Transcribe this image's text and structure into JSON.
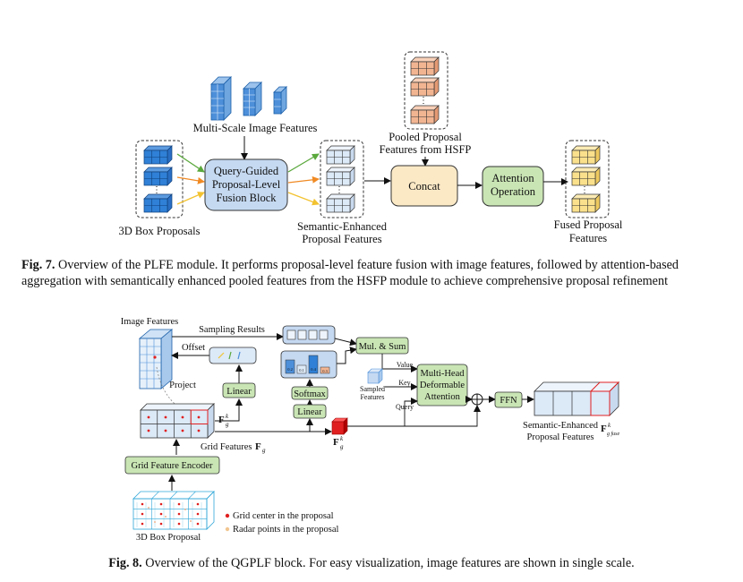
{
  "fig7": {
    "inputs": {
      "multi_scale_image_features": "Multi-Scale Image Features",
      "box_proposals": "3D Box Proposals",
      "pooled_line1": "Pooled Proposal",
      "pooled_line2": "Features from HSFP"
    },
    "blocks": {
      "query_line1": "Query-Guided",
      "query_line2": "Proposal-Level",
      "query_line3": "Fusion Block",
      "concat": "Concat",
      "attention_line1": "Attention",
      "attention_line2": "Operation"
    },
    "outputs": {
      "semantic_line1": "Semantic-Enhanced",
      "semantic_line2": "Proposal Features",
      "fused_line1": "Fused Proposal",
      "fused_line2": "Features"
    },
    "caption": {
      "label": "Fig. 7.",
      "text": " Overview of the PLFE module. It performs proposal-level feature fusion with image features, followed by attention-based aggregation with semantically enhanced pooled features from the HSFP module to achieve comprehensive proposal refinement"
    }
  },
  "fig8": {
    "labels": {
      "image_features": "Image Features",
      "sampling_results": "Sampling Results",
      "offset": "Offset",
      "project": "Project",
      "grid_features": "Grid Features",
      "box_proposal": "3D Box Proposal",
      "sampled_line1": "Sampled",
      "sampled_line2": "Features",
      "value": "Value",
      "key": "Key",
      "query": "Query",
      "output_line1": "Semantic-Enhanced",
      "output_line2": "Proposal Features",
      "grid_center_legend": "Grid center in the proposal",
      "radar_legend": "Radar points in the proposal"
    },
    "math": {
      "F": "F",
      "k": "k",
      "g": "g",
      "fuse": "g fuse"
    },
    "blocks": {
      "linear_left": "Linear",
      "softmax": "Softmax",
      "linear_right": "Linear",
      "mul_sum": "Mul. & Sum",
      "mhda_line1": "Multi-Head",
      "mhda_line2": "Deformable",
      "mhda_line3": "Attention",
      "ffn": "FFN",
      "grid_encoder": "Grid Feature Encoder"
    },
    "mini_bars": [
      "0.2",
      "0.1",
      "0.4",
      "0.3"
    ],
    "caption": {
      "label": "Fig. 8.",
      "text": " Overview of the QGPLF block. For easy visualization, image features are shown in single scale."
    }
  },
  "colors": {
    "block_blue": "#c5d9f1",
    "block_green": "#c9e5b4",
    "block_cream": "#fbe9c6",
    "cube_blue": "#2f80d6",
    "cube_orange": "#f2b592",
    "cube_yellow": "#fae08c",
    "cube_light": "#dce9f7",
    "arrow_green": "#5aa83c",
    "arrow_orange": "#f08a24",
    "arrow_yellow": "#f2c230",
    "grid_red": "#e02020"
  }
}
